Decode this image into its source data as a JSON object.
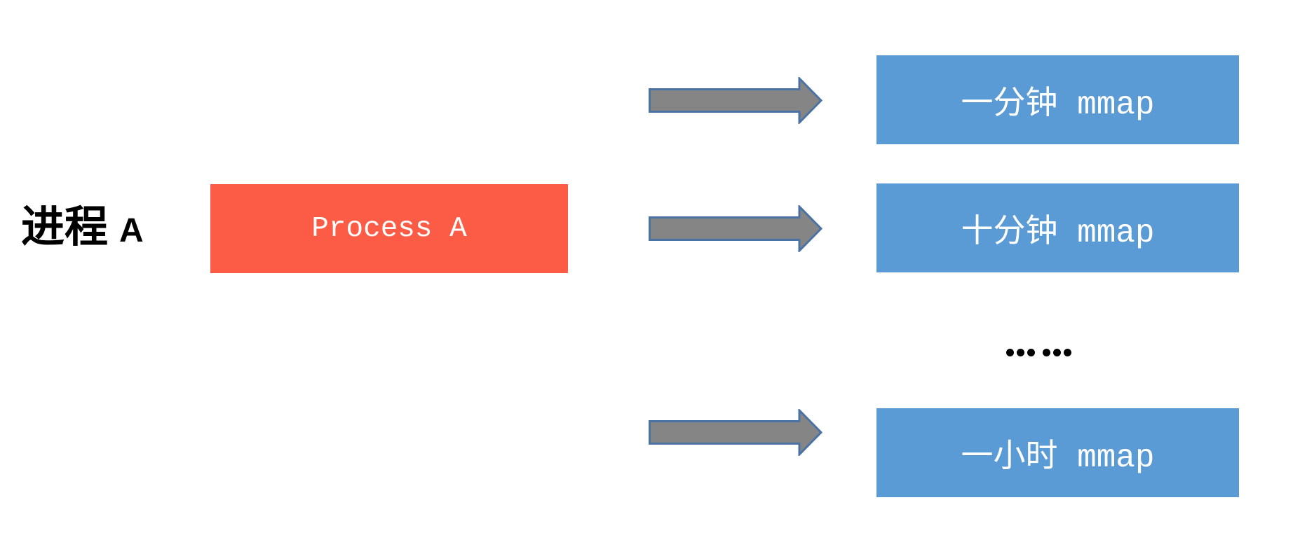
{
  "diagram": {
    "left_label": {
      "cjk": "进程",
      "latin": "A"
    },
    "process_box": {
      "label": "Process A"
    },
    "mmap_boxes": [
      {
        "label": "一分钟 mmap"
      },
      {
        "label": "十分钟 mmap"
      },
      {
        "label": "一小时 mmap"
      }
    ],
    "ellipsis": "……",
    "colors": {
      "box_red": "#FC5B45",
      "box_blue": "#5B9BD5",
      "arrow_fill": "#858585",
      "arrow_stroke": "#4A72A4",
      "label_text": "#000000",
      "box_text": "#FFFFFF"
    }
  }
}
